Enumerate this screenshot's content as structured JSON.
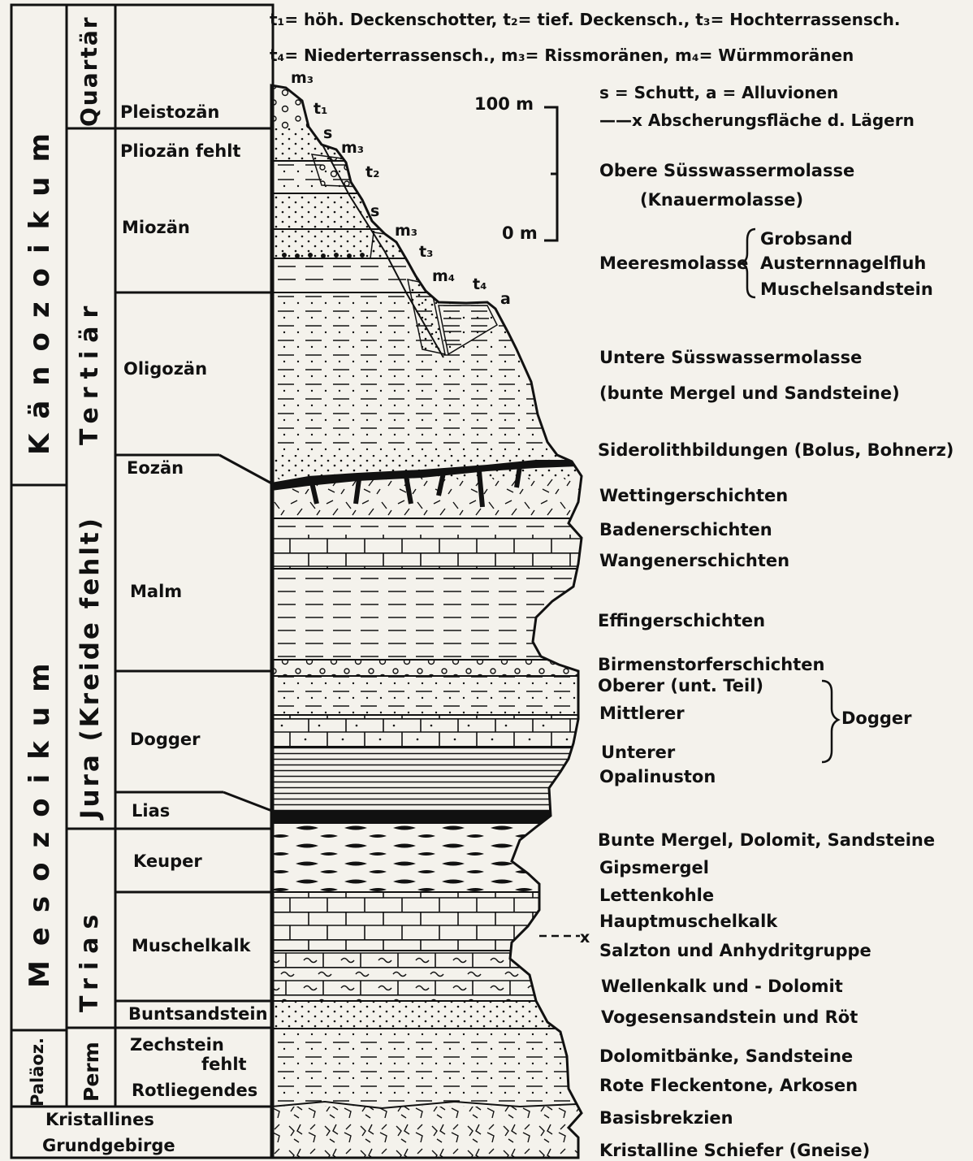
{
  "legend": {
    "line1": "t₁= höh. Deckenschotter,  t₂= tief. Deckensch.,  t₃= Hochterrassensch.",
    "line2": "t₄= Niederterrassensch.,  m₃= Rissmoränen,  m₄= Würmmoränen",
    "line3": "s = Schutt,  a = Alluvionen",
    "line4": "——x  Abscherungsfläche d. Lägern"
  },
  "scale": {
    "top": "100 m",
    "bottom": "0 m"
  },
  "eras": [
    {
      "label": "Känozoikum"
    },
    {
      "label": "Mesozoikum"
    },
    {
      "label": "Paläoz."
    },
    {
      "label": "Kristallines"
    },
    {
      "label": "Grundgebirge"
    }
  ],
  "systems": [
    {
      "label": "Quartär"
    },
    {
      "label": "Tertiär"
    },
    {
      "label": "Jura (Kreide fehlt)"
    },
    {
      "label": "Trias"
    },
    {
      "label": "Perm"
    }
  ],
  "epochs": [
    {
      "label": "Pleistozän"
    },
    {
      "label": "Pliozän fehlt"
    },
    {
      "label": "Miozän"
    },
    {
      "label": "Oligozän"
    },
    {
      "label": "Eozän"
    },
    {
      "label": "Malm"
    },
    {
      "label": "Dogger"
    },
    {
      "label": "Lias"
    },
    {
      "label": "Keuper"
    },
    {
      "label": "Muschelkalk"
    },
    {
      "label": "Buntsandstein"
    },
    {
      "label": "Zechstein"
    },
    {
      "label": "fehlt"
    },
    {
      "label": "Rotliegendes"
    }
  ],
  "column_labels": {
    "m3a": "m₃",
    "t1": "t₁",
    "s1": "s",
    "m3b": "m₃",
    "t2": "t₂",
    "s2": "s",
    "m3c": "m₃",
    "t3": "t₃",
    "m4": "m₄",
    "t4": "t₄",
    "a": "a",
    "x": "x"
  },
  "units": [
    {
      "label": "Obere  Süsswassermolasse"
    },
    {
      "label": "(Knauermolasse)"
    },
    {
      "label": "Meeresmolasse"
    },
    {
      "label": "Grobsand"
    },
    {
      "label": "Austernnagelfluh"
    },
    {
      "label": "Muschelsandstein"
    },
    {
      "label": "Untere  Süsswassermolasse"
    },
    {
      "label": "(bunte Mergel und  Sandsteine)"
    },
    {
      "label": "Siderolithbildungen (Bolus, Bohnerz)"
    },
    {
      "label": "Wettingerschichten"
    },
    {
      "label": "Badenerschichten"
    },
    {
      "label": "Wangenerschichten"
    },
    {
      "label": "Effingerschichten"
    },
    {
      "label": "Birmenstorferschichten"
    },
    {
      "label": "Oberer (unt. Teil)"
    },
    {
      "label": "Mittlerer"
    },
    {
      "label": "Dogger"
    },
    {
      "label": "Unterer"
    },
    {
      "label": "Opalinuston"
    },
    {
      "label": "Bunte  Mergel, Dolomit, Sandsteine"
    },
    {
      "label": "Gipsmergel"
    },
    {
      "label": "Lettenkohle"
    },
    {
      "label": "Hauptmuschelkalk"
    },
    {
      "label": "Salzton  und  Anhydritgruppe"
    },
    {
      "label": "Wellenkalk  und  - Dolomit"
    },
    {
      "label": "Vogesensandstein  und  Röt"
    },
    {
      "label": "Dolomitbänke,  Sandsteine"
    },
    {
      "label": "Rote  Fleckentone,  Arkosen"
    },
    {
      "label": "Basisbrekzien"
    },
    {
      "label": "Kristalline  Schiefer (Gneise)"
    }
  ]
}
